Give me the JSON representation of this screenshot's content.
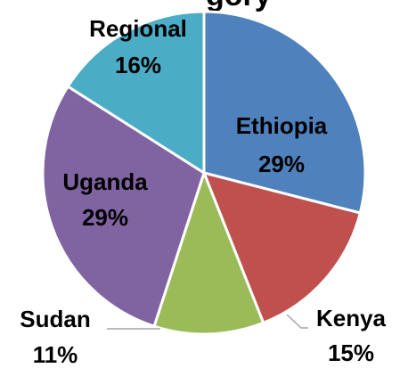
{
  "chart_data": {
    "type": "pie",
    "title": "",
    "slices": [
      {
        "label": "Ethiopia",
        "value": 29,
        "value_label": "29%",
        "color": "#4F81BD"
      },
      {
        "label": "Kenya",
        "value": 15,
        "value_label": "15%",
        "color": "#C0504D"
      },
      {
        "label": "Sudan",
        "value": 11,
        "value_label": "11%",
        "color": "#9BBB59"
      },
      {
        "label": "Uganda",
        "value": 29,
        "value_label": "29%",
        "color": "#8064A2"
      },
      {
        "label": "Regional",
        "value": 16,
        "value_label": "16%",
        "color": "#4BACC6"
      }
    ]
  }
}
